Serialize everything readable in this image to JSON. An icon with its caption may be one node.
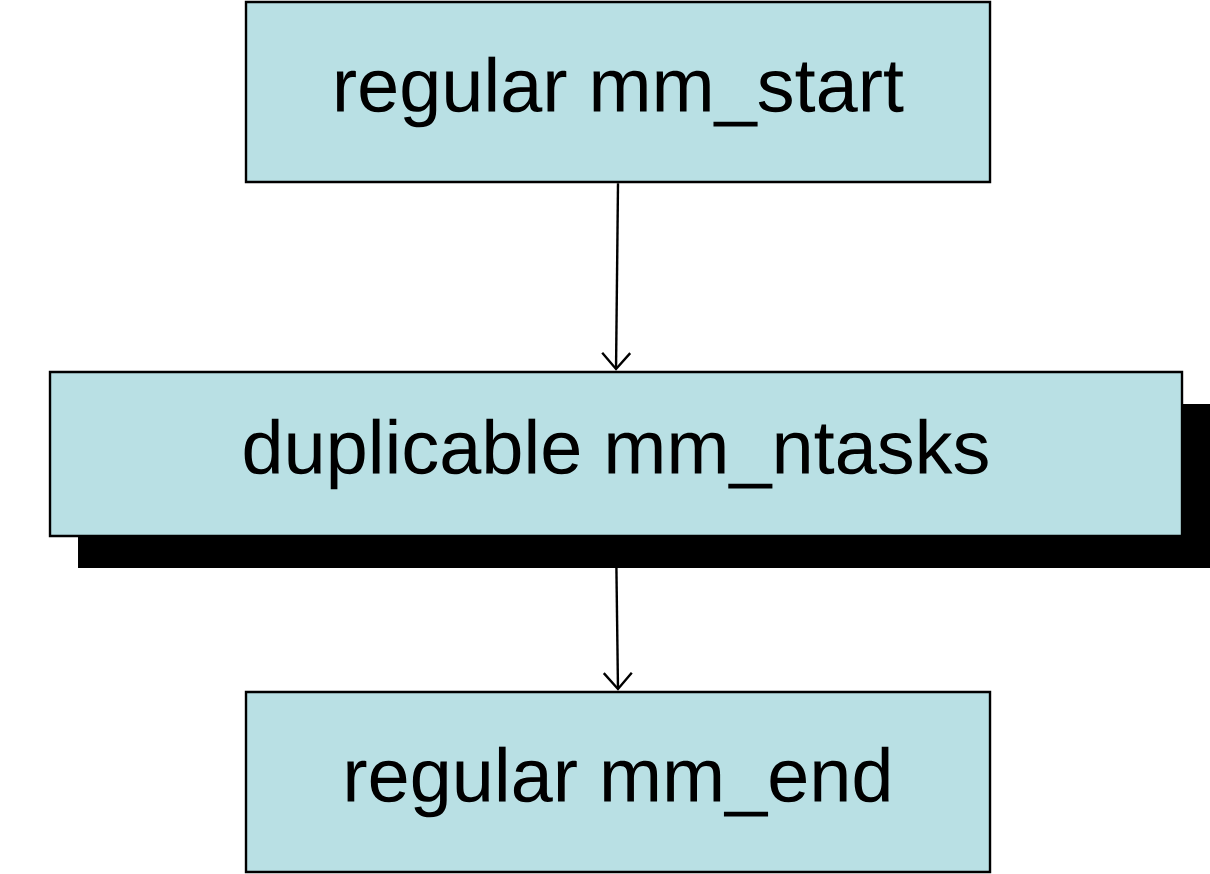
{
  "diagram": {
    "nodes": [
      {
        "text": [
          "regular mm_start"
        ]
      },
      {
        "text": [
          "duplicable mm_ntasks"
        ]
      },
      {
        "text": [
          "regular mm_end"
        ]
      }
    ],
    "edges": [
      {
        "from": 0,
        "to": 1,
        "arrow": "to"
      },
      {
        "from": 1,
        "to": 2,
        "arrow": "to"
      }
    ]
  }
}
